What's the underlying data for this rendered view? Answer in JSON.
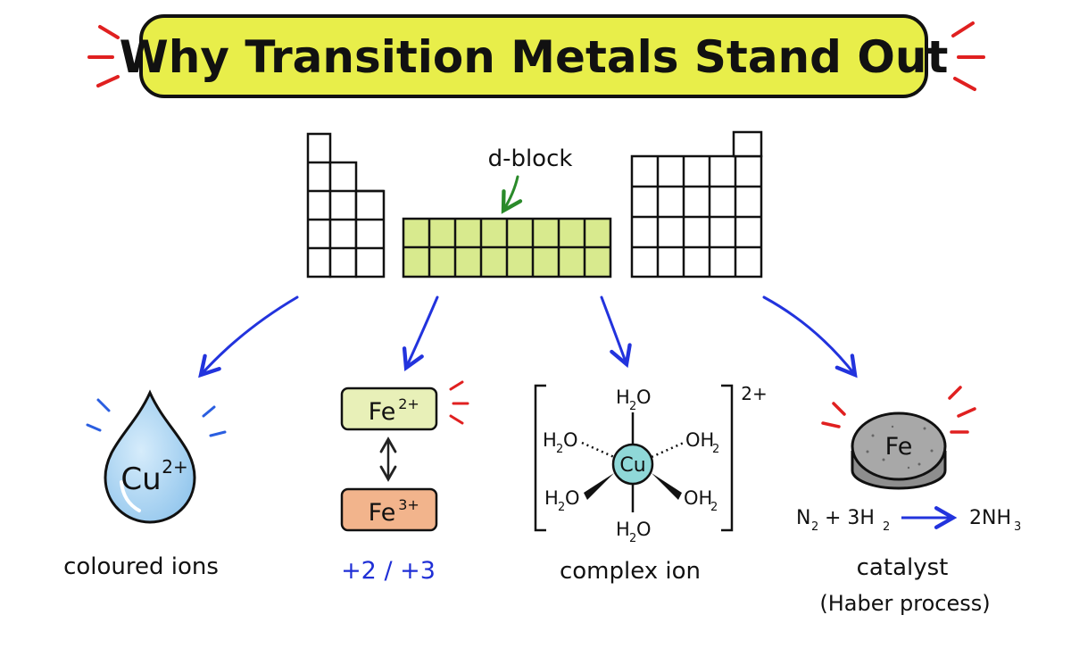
{
  "title": "Why Transition Metals Stand Out",
  "periodic_table": {
    "callout_label": "d-block"
  },
  "panels": {
    "coloured_ions": {
      "ion_symbol": "Cu",
      "ion_charge": "2+",
      "caption": "coloured ions"
    },
    "oxidation_states": {
      "top_symbol": "Fe",
      "top_charge": "2+",
      "bottom_symbol": "Fe",
      "bottom_charge": "3+",
      "caption": "+2 / +3"
    },
    "complex_ion": {
      "center": "Cu",
      "ligand_top": "H",
      "ligand_sub": "2",
      "ligand_o": "O",
      "ligand_left_h": "H",
      "ligand_left_sub": "2",
      "ligand_left_o": "O",
      "ligand_right_o": "OH",
      "ligand_right_sub": "2",
      "charge": "2+",
      "caption": "complex ion"
    },
    "catalyst": {
      "disc_label": "Fe",
      "eq_n": "N",
      "eq_n_sub": "2",
      "eq_plus": "+ 3H",
      "eq_h_sub": "2",
      "eq_product": "2NH",
      "eq_product_sub": "3",
      "caption": "catalyst",
      "caption_sub": "(Haber process)"
    }
  },
  "colors": {
    "title_bg": "#e8ee4a",
    "d_block": "#d8ea8e",
    "arrow_blue": "#2233dd",
    "arrow_green": "#2a8a2a",
    "accent_red": "#e02020",
    "drop_blue": "#a9d4f2",
    "fe2_box": "#e8f0b8",
    "fe3_box": "#f2b48c",
    "cu_circle": "#8fd8d8",
    "disc_grey": "#a8a8a8",
    "caption_blue": "#1f2fd6"
  }
}
